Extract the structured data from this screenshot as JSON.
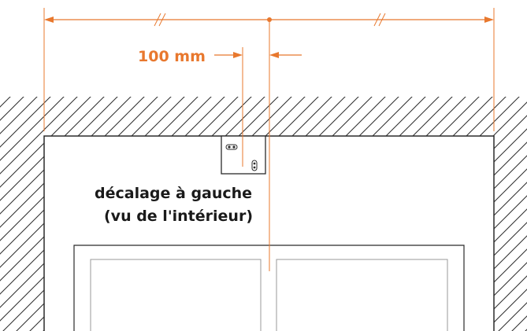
{
  "colors": {
    "dimension": "#e8782e",
    "outline": "#2b2b2b",
    "hatch": "#2b2b2b",
    "panel": "#9a9a9a",
    "text": "#1a1a1a"
  },
  "offset_label": "100 mm",
  "caption": {
    "line1": "décalage à gauche",
    "line2": "(vu de l'intérieur)"
  }
}
